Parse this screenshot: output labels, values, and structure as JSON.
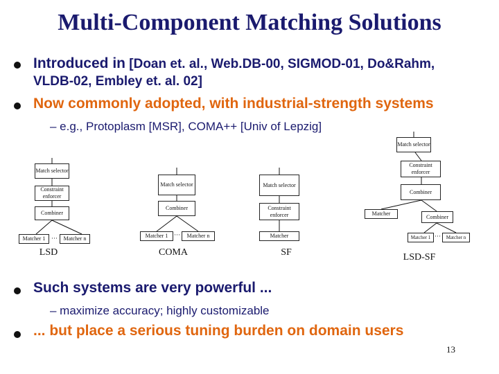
{
  "title": "Multi-Component Matching Solutions",
  "bullets": {
    "b1_lead": "Introduced in",
    "b1_refs_line1": "[Doan et. al., Web.DB-00, SIGMOD-01, Do&Rahm,",
    "b1_refs_line2": "VLDB-02, Embley et. al. 02]",
    "b2": "Now commonly adopted, with industrial-strength systems",
    "b2_sub": "– e.g., Protoplasm [MSR], COMA++ [Univ of Lepzig]",
    "b3": "Such systems are very powerful ...",
    "b3_sub": "– maximize accuracy; highly customizable",
    "b4": "... but place a serious tuning burden on domain users"
  },
  "diagrams": {
    "lsd": {
      "label": "LSD",
      "match_selector": "Match selector",
      "constraint_enforcer": "Constraint enforcer",
      "combiner": "Combiner",
      "matcher_1": "Matcher 1",
      "dots": "···",
      "matcher_n": "Matcher n"
    },
    "coma": {
      "label": "COMA",
      "match_selector": "Match selector",
      "combiner": "Combiner",
      "matcher_1": "Matcher 1",
      "dots": "···",
      "matcher_n": "Matcher n"
    },
    "sf": {
      "label": "SF",
      "match_selector": "Match selector",
      "constraint_enforcer": "Constraint enforcer",
      "matcher": "Matcher"
    },
    "lsdsf": {
      "label": "LSD-SF",
      "match_selector": "Match selector",
      "constraint_enforcer": "Constraint enforcer",
      "combiner_top": "Combiner",
      "matcher": "Matcher",
      "combiner_sub": "Combiner",
      "matcher_1": "Matcher 1",
      "dots": "···",
      "matcher_n": "Matcher n"
    }
  },
  "page_number": "13"
}
